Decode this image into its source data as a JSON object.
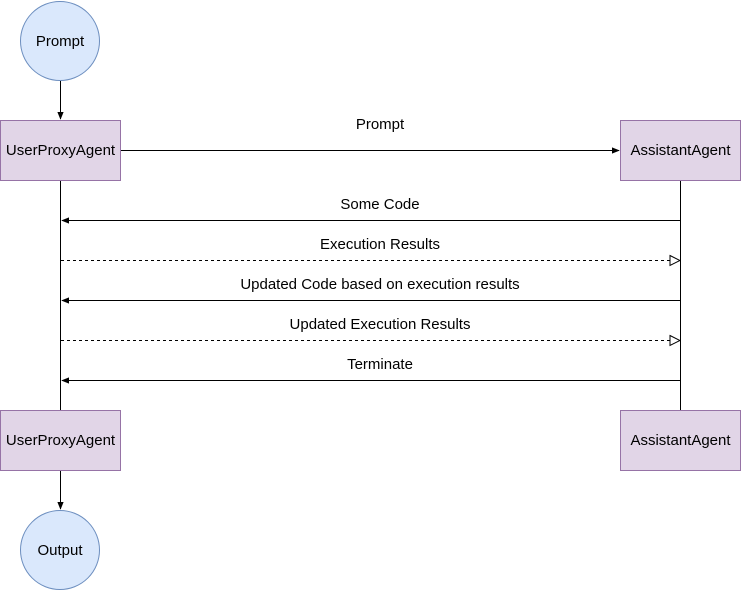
{
  "nodes": {
    "start": "Prompt",
    "user_top": "UserProxyAgent",
    "assistant_top": "AssistantAgent",
    "user_bottom": "UserProxyAgent",
    "assistant_bottom": "AssistantAgent",
    "end": "Output"
  },
  "messages": [
    {
      "label": "Prompt",
      "from": "UserProxyAgent",
      "to": "AssistantAgent",
      "style": "solid"
    },
    {
      "label": "Some Code",
      "from": "AssistantAgent",
      "to": "UserProxyAgent",
      "style": "solid"
    },
    {
      "label": "Execution Results",
      "from": "UserProxyAgent",
      "to": "AssistantAgent",
      "style": "dashed"
    },
    {
      "label": "Updated Code based on execution results",
      "from": "AssistantAgent",
      "to": "UserProxyAgent",
      "style": "solid"
    },
    {
      "label": "Updated Execution Results",
      "from": "UserProxyAgent",
      "to": "AssistantAgent",
      "style": "dashed"
    },
    {
      "label": "Terminate",
      "from": "AssistantAgent",
      "to": "UserProxyAgent",
      "style": "solid"
    }
  ],
  "colors": {
    "actor_fill": "#e1d5e7",
    "actor_stroke": "#9673a6",
    "circle_fill": "#dae8fc",
    "circle_stroke": "#6c8ebf",
    "line": "#000000"
  }
}
